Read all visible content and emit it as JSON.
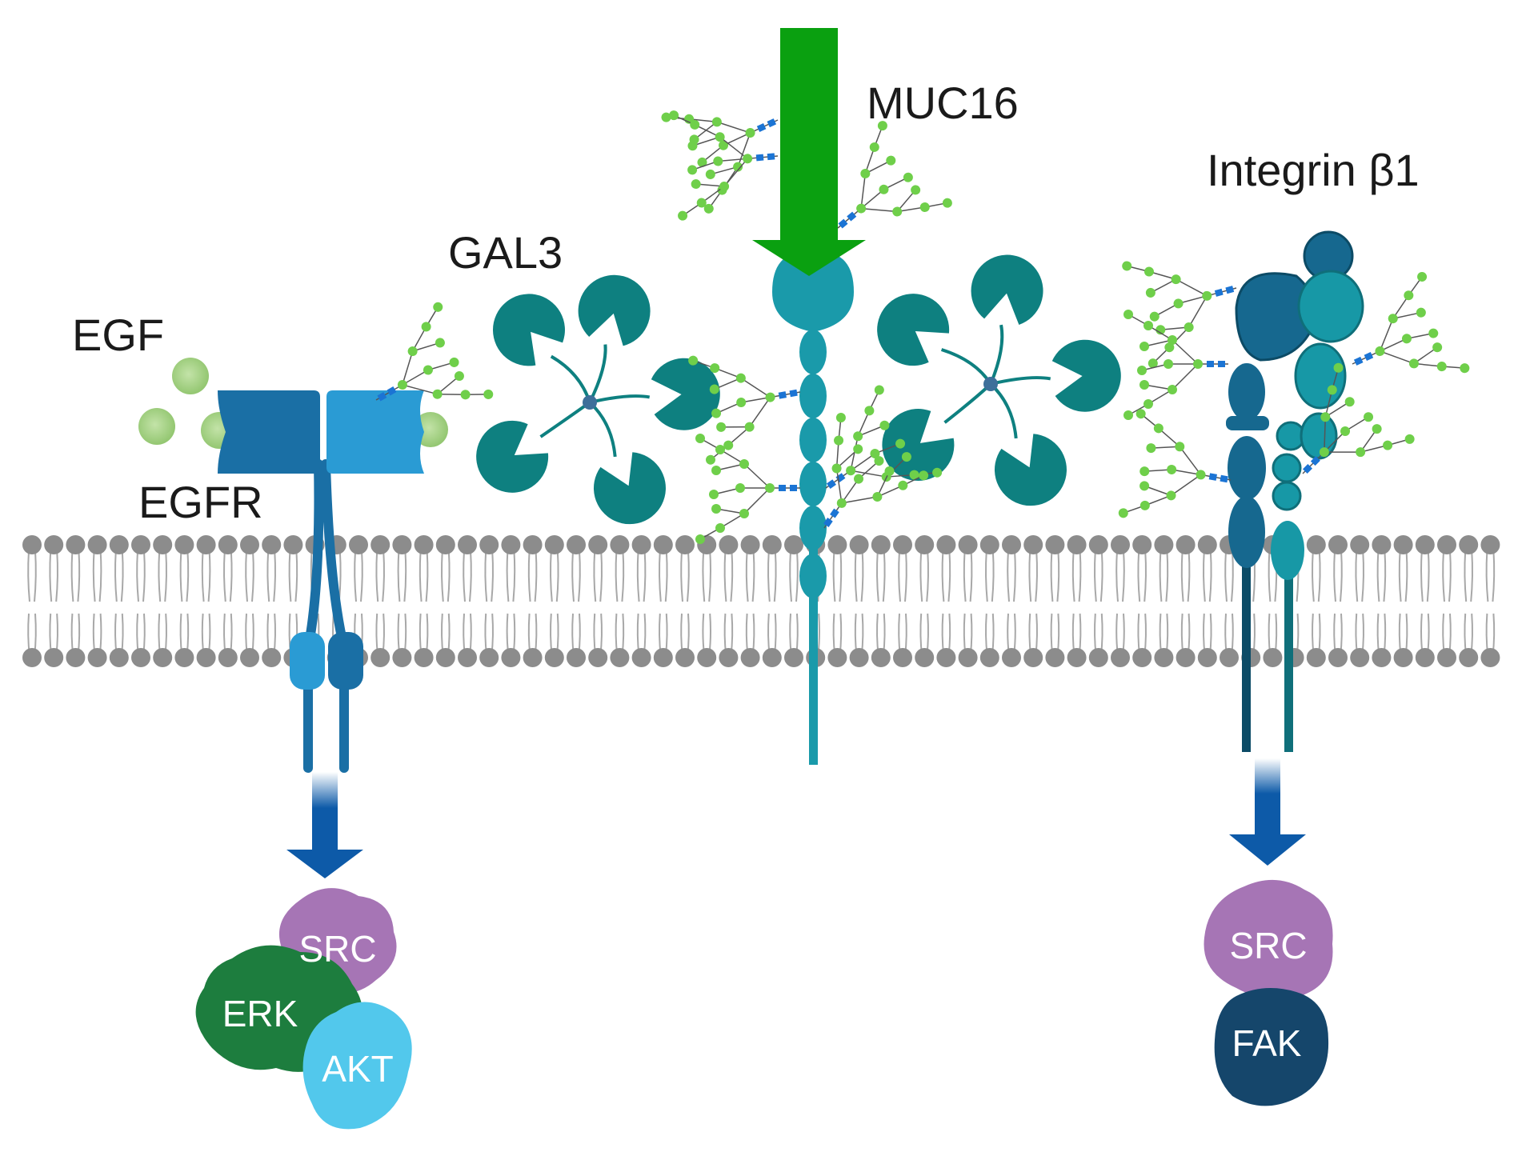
{
  "labels": {
    "egf": "EGF",
    "egfr": "EGFR",
    "gal3": "GAL3",
    "muc16": "MUC16",
    "integrin": "Integrin β1"
  },
  "proteins": {
    "egfr_src": "SRC",
    "egfr_erk": "ERK",
    "egfr_akt": "AKT",
    "int_src": "SRC",
    "int_fak": "FAK"
  },
  "colors": {
    "membrane_head": "#8c8c8c",
    "membrane_tail": "#a8a8a8",
    "egfr_dark": "#1a6fa5",
    "egfr_light": "#2a9bd4",
    "egf": "#a8d48a",
    "gal3": "#0e8080",
    "muc16_arrow": "#0aa010",
    "muc16_body": "#1a9aaa",
    "integrin_dark": "#16688f",
    "integrin_light": "#1798a6",
    "glycan_green": "#6fcf4a",
    "glycan_blue": "#1b74d4",
    "signal_arrow": "#0d5aa8",
    "src": "#a675b5",
    "erk": "#1d7d3e",
    "akt": "#52c8ec",
    "fak": "#15466b"
  }
}
